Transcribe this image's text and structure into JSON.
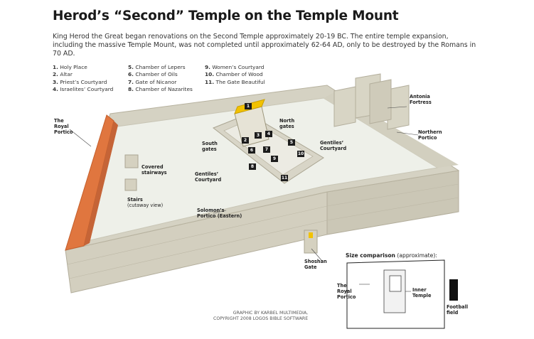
{
  "title": "Herod’s “Second” Temple on the Temple Mount",
  "intro": "King Herod the Great began renovations on the Second Temple approximately 20-19 BC. The entire temple expansion, including the massive Temple Mount, was not completed until approximately 62-64 AD, only to be destroyed by the Romans in 70 AD.",
  "legend": [
    {
      "num": "1.",
      "label": "Holy Place"
    },
    {
      "num": "2.",
      "label": "Altar"
    },
    {
      "num": "3.",
      "label": "Priest’s Courtyard"
    },
    {
      "num": "4.",
      "label": "Israelites’ Courtyard"
    },
    {
      "num": "5.",
      "label": "Chamber of Lepers"
    },
    {
      "num": "6.",
      "label": "Chamber of Oils"
    },
    {
      "num": "7.",
      "label": "Gate of Nicanor"
    },
    {
      "num": "8.",
      "label": "Chamber of Nazarites"
    },
    {
      "num": "9.",
      "label": "Women’s Courtyard"
    },
    {
      "num": "10.",
      "label": "Chamber of Wood"
    },
    {
      "num": "11.",
      "label": "The Gate Beautiful"
    }
  ],
  "labels": {
    "royal_portico": "The\nRoyal\nPortico",
    "antonia": "Antonia\nFortress",
    "northern_portico": "Northern\nPortico",
    "north_gates": "North\ngates",
    "south_gates": "South\ngates",
    "gentiles_courtyard_right": "Gentiles’\nCourtyard",
    "gentiles_courtyard_left": "Gentiles’\nCourtyard",
    "covered_stairways": "Covered\nstairways",
    "stairs": "Stairs",
    "stairs_note": "(cutaway view)",
    "solomons_portico": "Solomon’s\nPortico (Eastern)",
    "shoshan_gate": "Shoshan\nGate"
  },
  "size_comparison": {
    "title": "Size comparison",
    "note": "(approximate):",
    "royal_portico": "The\nRoyal\nPortico",
    "inner_temple": "Inner\nTemple",
    "football_field": "Football\nfield"
  },
  "markers": [
    "1",
    "2",
    "3",
    "4",
    "5",
    "6",
    "7",
    "8",
    "9",
    "10",
    "11"
  ],
  "credit": "GRAPHIC BY KARBEL MULTIMEDIA,\nCOPYRIGHT 2008 LOGOS BIBLE SOFTWARE",
  "colors": {
    "stone": "#d9d6c8",
    "stone_dark": "#bdb9a8",
    "plaza": "#eeefe8",
    "roof": "#e0763f",
    "gold": "#f2c200"
  }
}
